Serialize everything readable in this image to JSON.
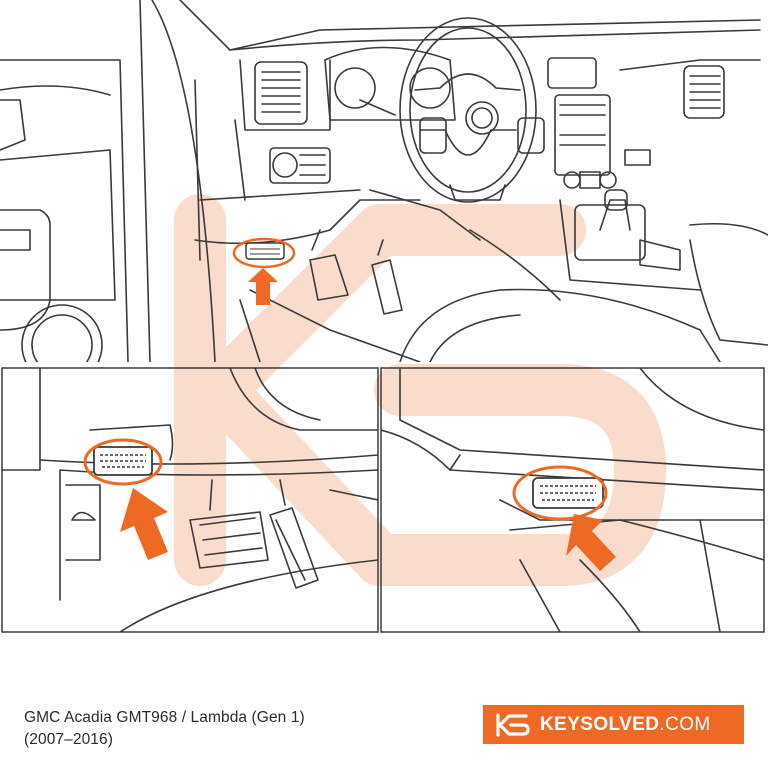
{
  "caption": {
    "line1": "GMC Acadia GMT968 / Lambda (Gen 1)",
    "line2": "(2007–2016)"
  },
  "brand": {
    "name_bold": "KEYSOLVED",
    "name_light": ".COM"
  },
  "colors": {
    "accent": "#ee6a24",
    "watermark": "#f8d6c2",
    "line": "#3a3a3a",
    "background": "#ffffff"
  },
  "icons": [
    "obd2-port-icon",
    "arrow-up-icon",
    "brand-logo-icon"
  ]
}
